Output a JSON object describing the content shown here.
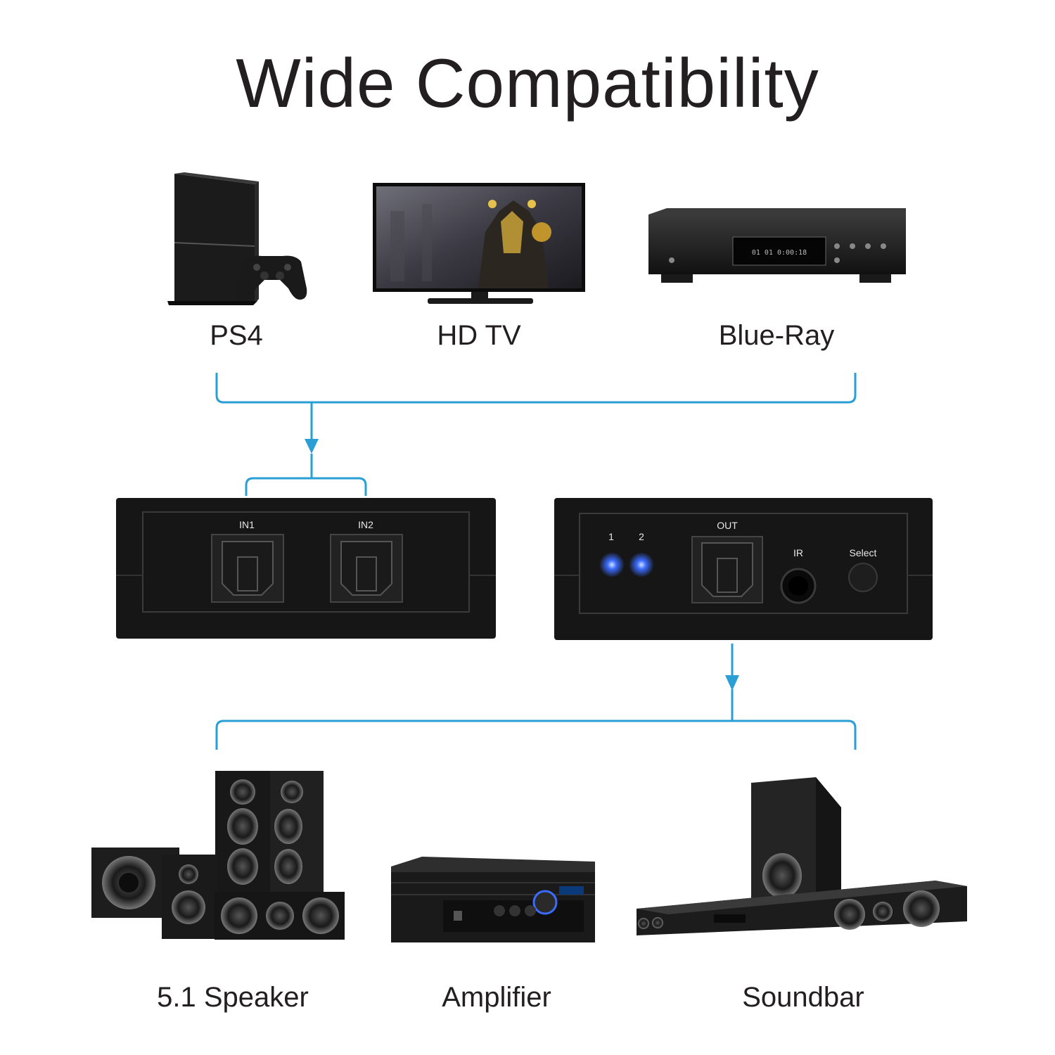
{
  "title": "Wide Compatibility",
  "sources": [
    {
      "label": "PS4",
      "icon": "ps4-console-icon"
    },
    {
      "label": "HD TV",
      "icon": "hd-tv-icon"
    },
    {
      "label": "Blue-Ray",
      "icon": "bluray-player-icon"
    }
  ],
  "switch_input_panel": {
    "in1": "IN1",
    "in2": "IN2"
  },
  "switch_output_panel": {
    "led1": "1",
    "led2": "2",
    "out": "OUT",
    "ir": "IR",
    "select": "Select"
  },
  "outputs": [
    {
      "label": "5.1 Speaker",
      "icon": "speaker-system-icon"
    },
    {
      "label": "Amplifier",
      "icon": "amplifier-icon"
    },
    {
      "label": "Soundbar",
      "icon": "soundbar-icon"
    }
  ],
  "colors": {
    "connector": "#2a9fd6",
    "led": "#3b6cff",
    "device_body": "#161616"
  }
}
